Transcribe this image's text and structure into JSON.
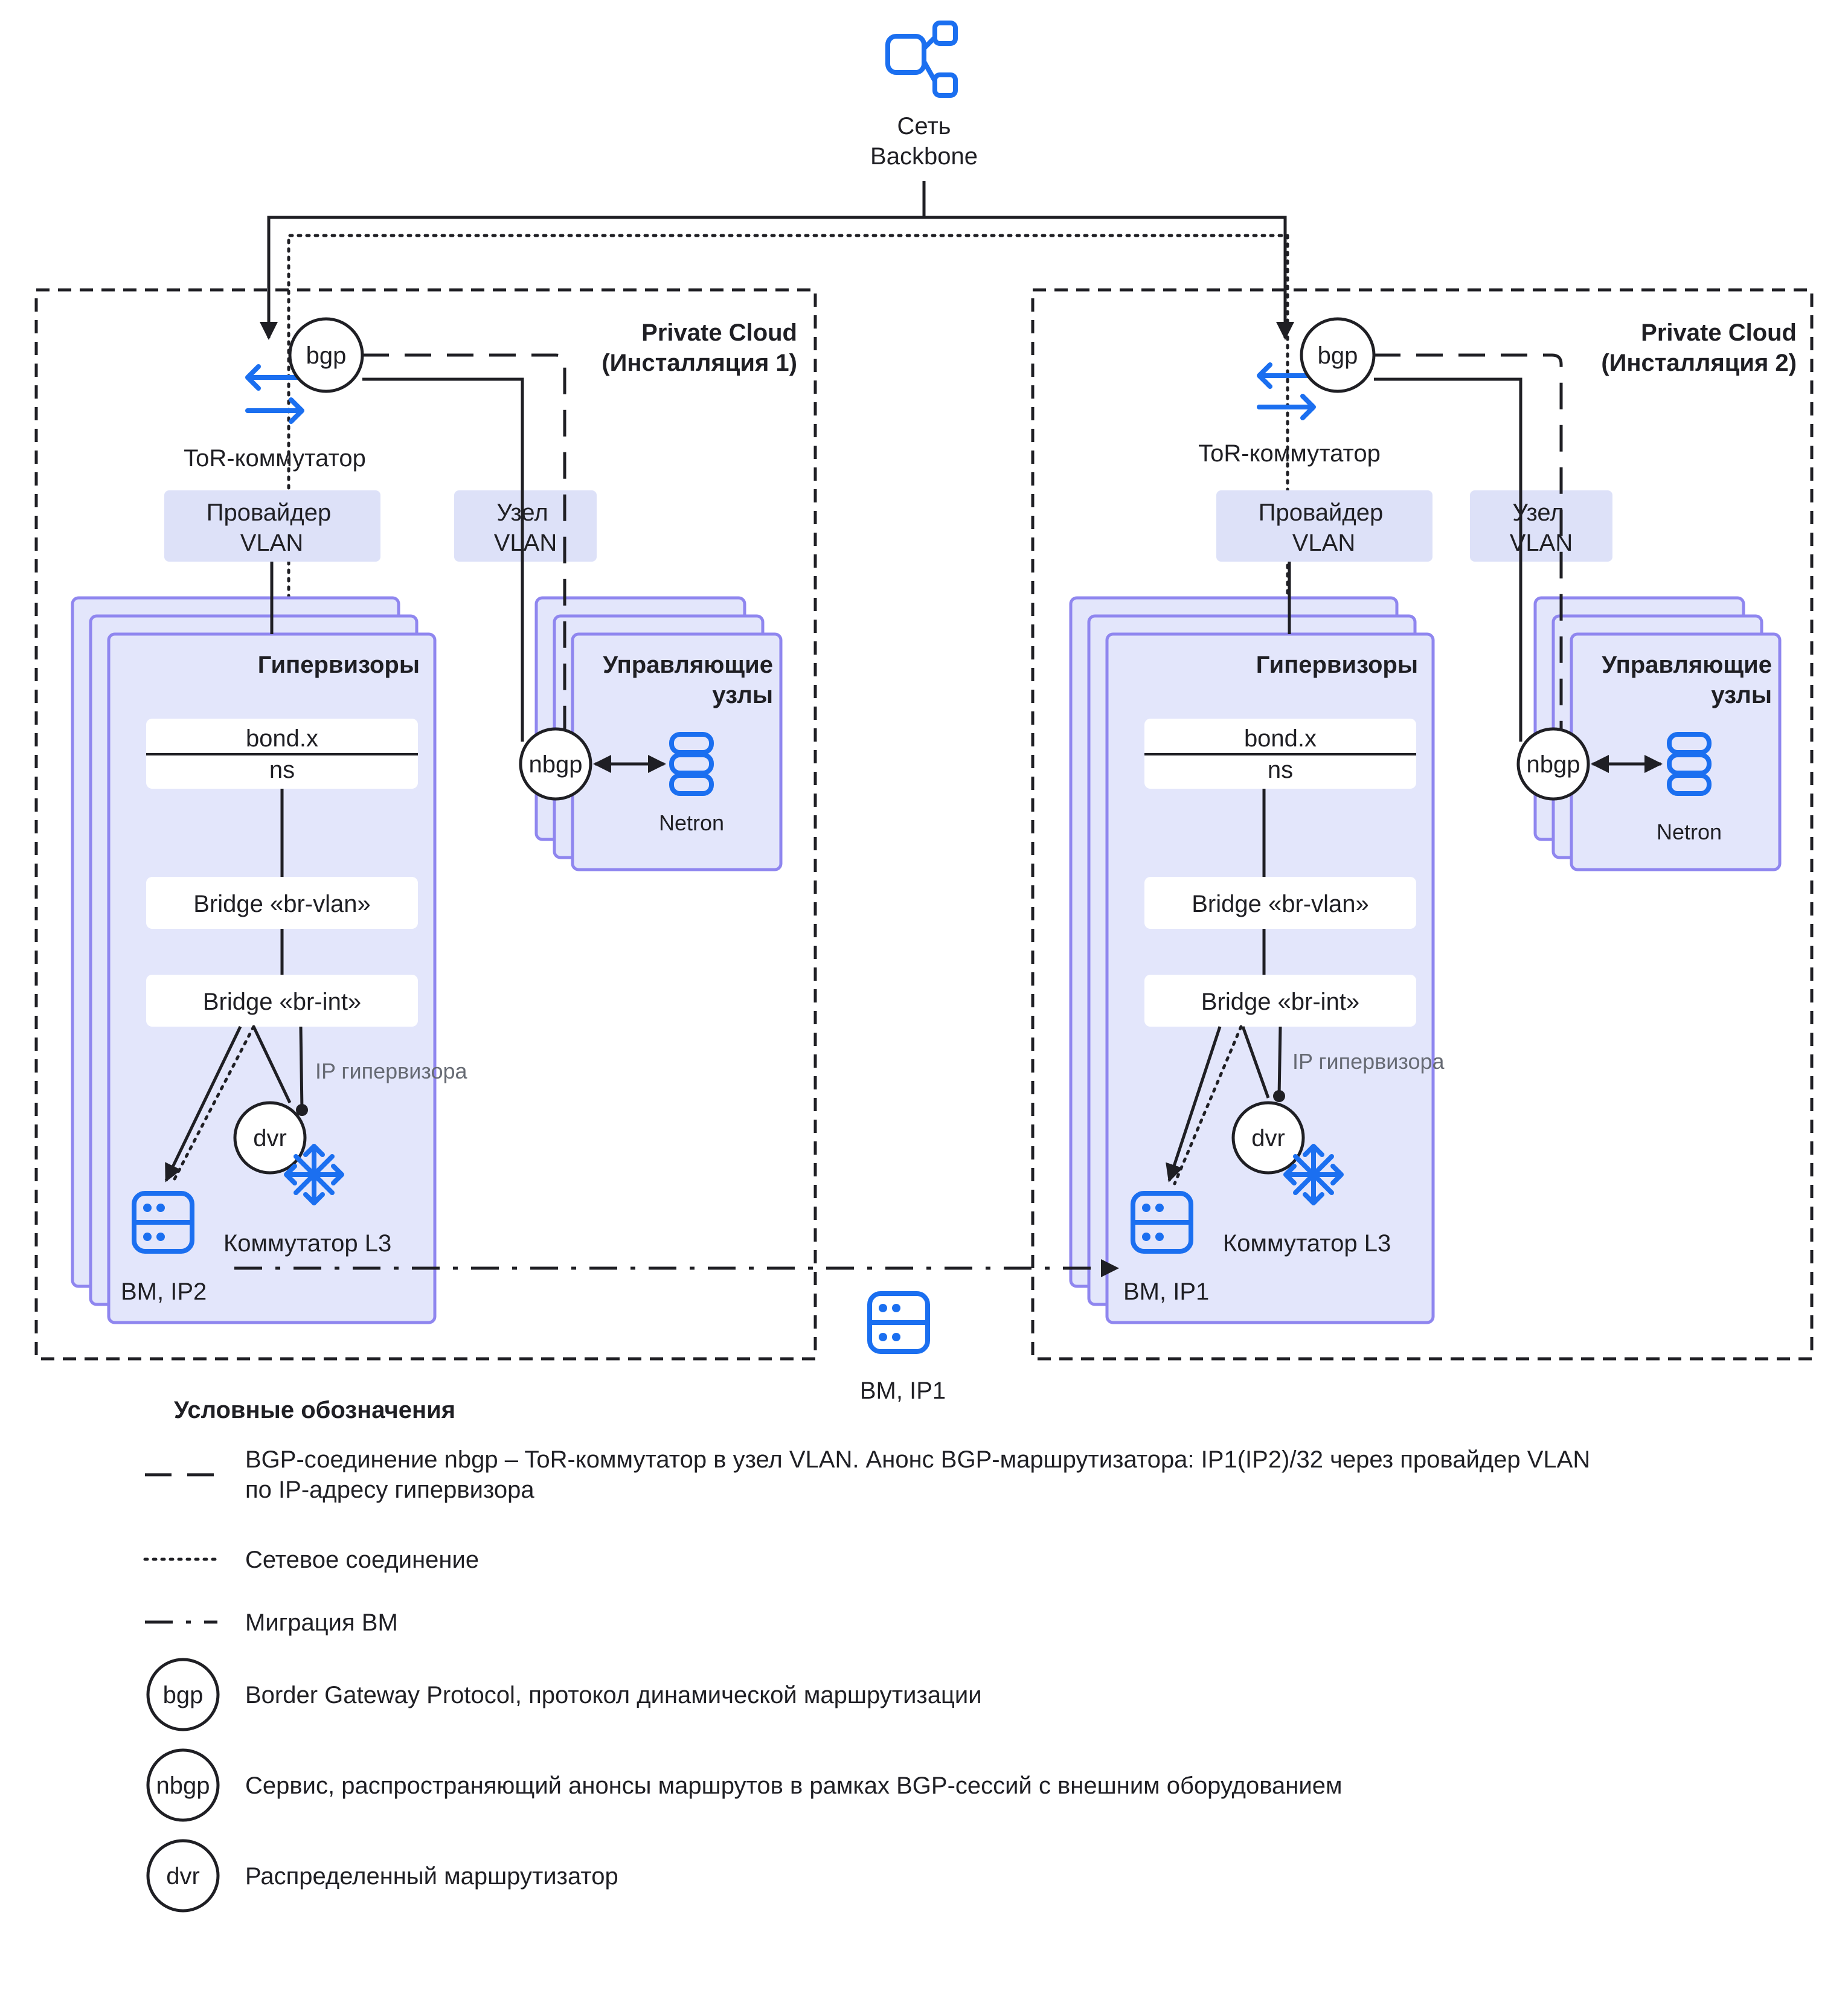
{
  "backbone": {
    "line1": "Сеть",
    "line2": "Backbone",
    "icon": "network-topology-icon"
  },
  "installations": [
    {
      "title_line1": "Private Cloud",
      "title_line2": "(Инсталляция 1)",
      "tor_label": "ToR-коммутатор",
      "bgp_label": "bgp",
      "provider_vlan": [
        "Провайдер",
        "VLAN"
      ],
      "node_vlan": [
        "Узел",
        "VLAN"
      ],
      "hypervisors_title": "Гипервизоры",
      "bond": "bond.x",
      "ns": "ns",
      "bridge_vlan": "Bridge «br-vlan»",
      "bridge_int": "Bridge «br-int»",
      "ip_hypervisor": "IP гипервизора",
      "dvr_label": "dvr",
      "l3_switch": "Коммутатор L3",
      "vm_label": "ВМ, IP2",
      "control_title": [
        "Управляющие",
        "узлы"
      ],
      "nbgp_label": "nbgp",
      "netron_label": "Netron"
    },
    {
      "title_line1": "Private Cloud",
      "title_line2": "(Инсталляция 2)",
      "tor_label": "ToR-коммутатор",
      "bgp_label": "bgp",
      "provider_vlan": [
        "Провайдер",
        "VLAN"
      ],
      "node_vlan": [
        "Узел",
        "VLAN"
      ],
      "hypervisors_title": "Гипервизоры",
      "bond": "bond.x",
      "ns": "ns",
      "bridge_vlan": "Bridge «br-vlan»",
      "bridge_int": "Bridge «br-int»",
      "ip_hypervisor": "IP гипервизора",
      "dvr_label": "dvr",
      "l3_switch": "Коммутатор L3",
      "vm_label": "ВМ, IP1",
      "control_title": [
        "Управляющие",
        "узлы"
      ],
      "nbgp_label": "nbgp",
      "netron_label": "Netron"
    }
  ],
  "migrating_vm": {
    "label": "ВМ, IP1",
    "icon": "server-icon"
  },
  "legend": {
    "title": "Условные обозначения",
    "items": [
      {
        "line_style": "dashed",
        "text_line1": "BGP-соединение nbgp – ToR-коммутатор в узел VLAN. Анонс BGP-маршрутизатора: IP1(IP2)/32 через провайдер VLAN",
        "text_line2": "по IP-адресу гипервизора"
      },
      {
        "line_style": "dotted",
        "text_line1": "Сетевое соединение"
      },
      {
        "line_style": "dash-dot",
        "text_line1": "Миграция ВМ"
      },
      {
        "symbol": "bgp",
        "text_line1": "Border Gateway Protocol, протокол динамической маршрутизации"
      },
      {
        "symbol": "nbgp",
        "text_line1": "Сервис, распространяющий анонсы маршрутов в рамках BGP-сессий с внешним оборудованием"
      },
      {
        "symbol": "dvr",
        "text_line1": "Распределенный маршрутизатор"
      }
    ]
  },
  "colors": {
    "accent_icon": "#1b6ff0",
    "panel_fill": "#e3e6fb",
    "panel_stroke": "#8f86ef",
    "vlan_fill": "#dde1f8",
    "line": "#1f1f24"
  }
}
